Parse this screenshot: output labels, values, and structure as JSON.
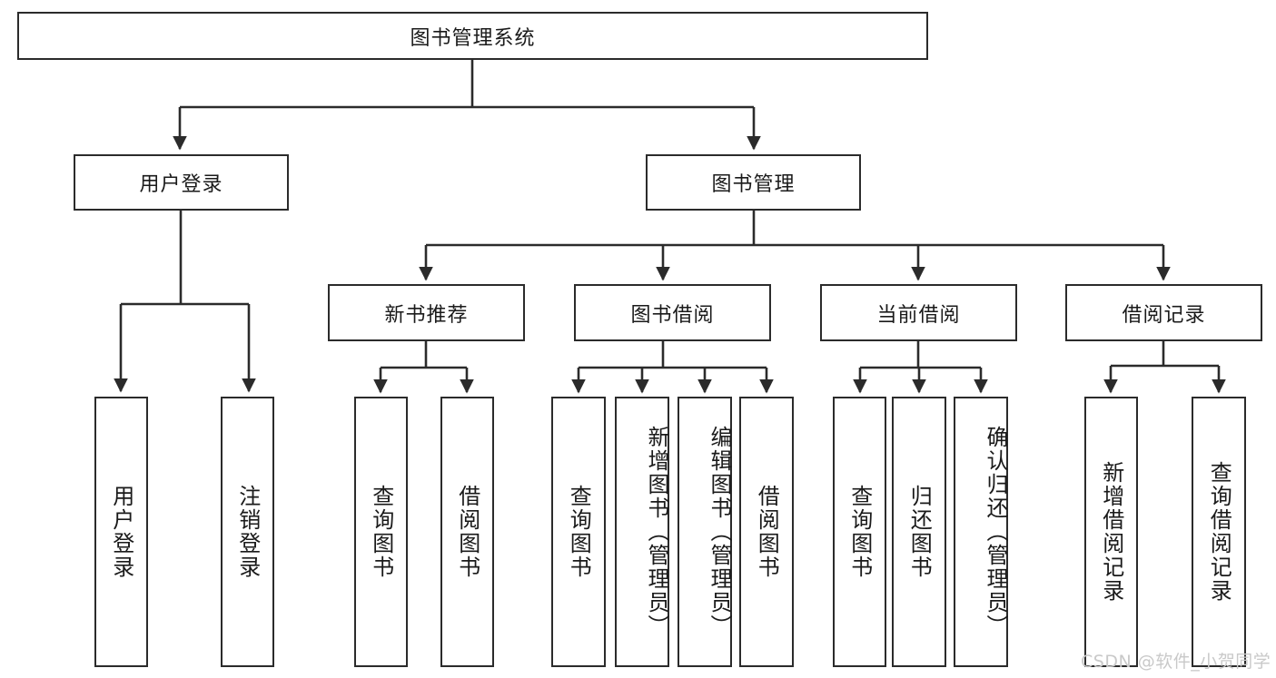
{
  "diagram": {
    "title": "图书管理系统",
    "type": "tree-hierarchy",
    "background_color": "#ffffff",
    "stroke_color": "#2b2b2b",
    "text_color": "#1a1a1a"
  },
  "root": {
    "label": "图书管理系统"
  },
  "level2": [
    {
      "id": "user-login",
      "label": "用户登录"
    },
    {
      "id": "book-manage",
      "label": "图书管理"
    }
  ],
  "level3": [
    {
      "id": "new-book-recommend",
      "label": "新书推荐"
    },
    {
      "id": "book-borrow",
      "label": "图书借阅"
    },
    {
      "id": "current-borrow",
      "label": "当前借阅"
    },
    {
      "id": "borrow-record",
      "label": "借阅记录"
    }
  ],
  "leaves": {
    "user_login": [
      {
        "id": "leaf-user-login",
        "label": "用户登录"
      },
      {
        "id": "leaf-logout",
        "label": "注销登录"
      }
    ],
    "new_book_recommend": [
      {
        "id": "leaf-query-book-1",
        "label": "查询图书"
      },
      {
        "id": "leaf-borrow-book-1",
        "label": "借阅图书"
      }
    ],
    "book_borrow": [
      {
        "id": "leaf-query-book-2",
        "label": "查询图书"
      },
      {
        "id": "leaf-add-book",
        "label": "新增图书（管理员）"
      },
      {
        "id": "leaf-edit-book",
        "label": "编辑图书（管理员）"
      },
      {
        "id": "leaf-borrow-book-2",
        "label": "借阅图书"
      }
    ],
    "current_borrow": [
      {
        "id": "leaf-query-book-3",
        "label": "查询图书"
      },
      {
        "id": "leaf-return-book",
        "label": "归还图书"
      },
      {
        "id": "leaf-confirm-return",
        "label": "确认归还（管理员）"
      }
    ],
    "borrow_record": [
      {
        "id": "leaf-add-record",
        "label": "新增借阅记录"
      },
      {
        "id": "leaf-query-record",
        "label": "查询借阅记录"
      }
    ]
  },
  "watermark": {
    "text": "CSDN @软件_小贺同学"
  }
}
